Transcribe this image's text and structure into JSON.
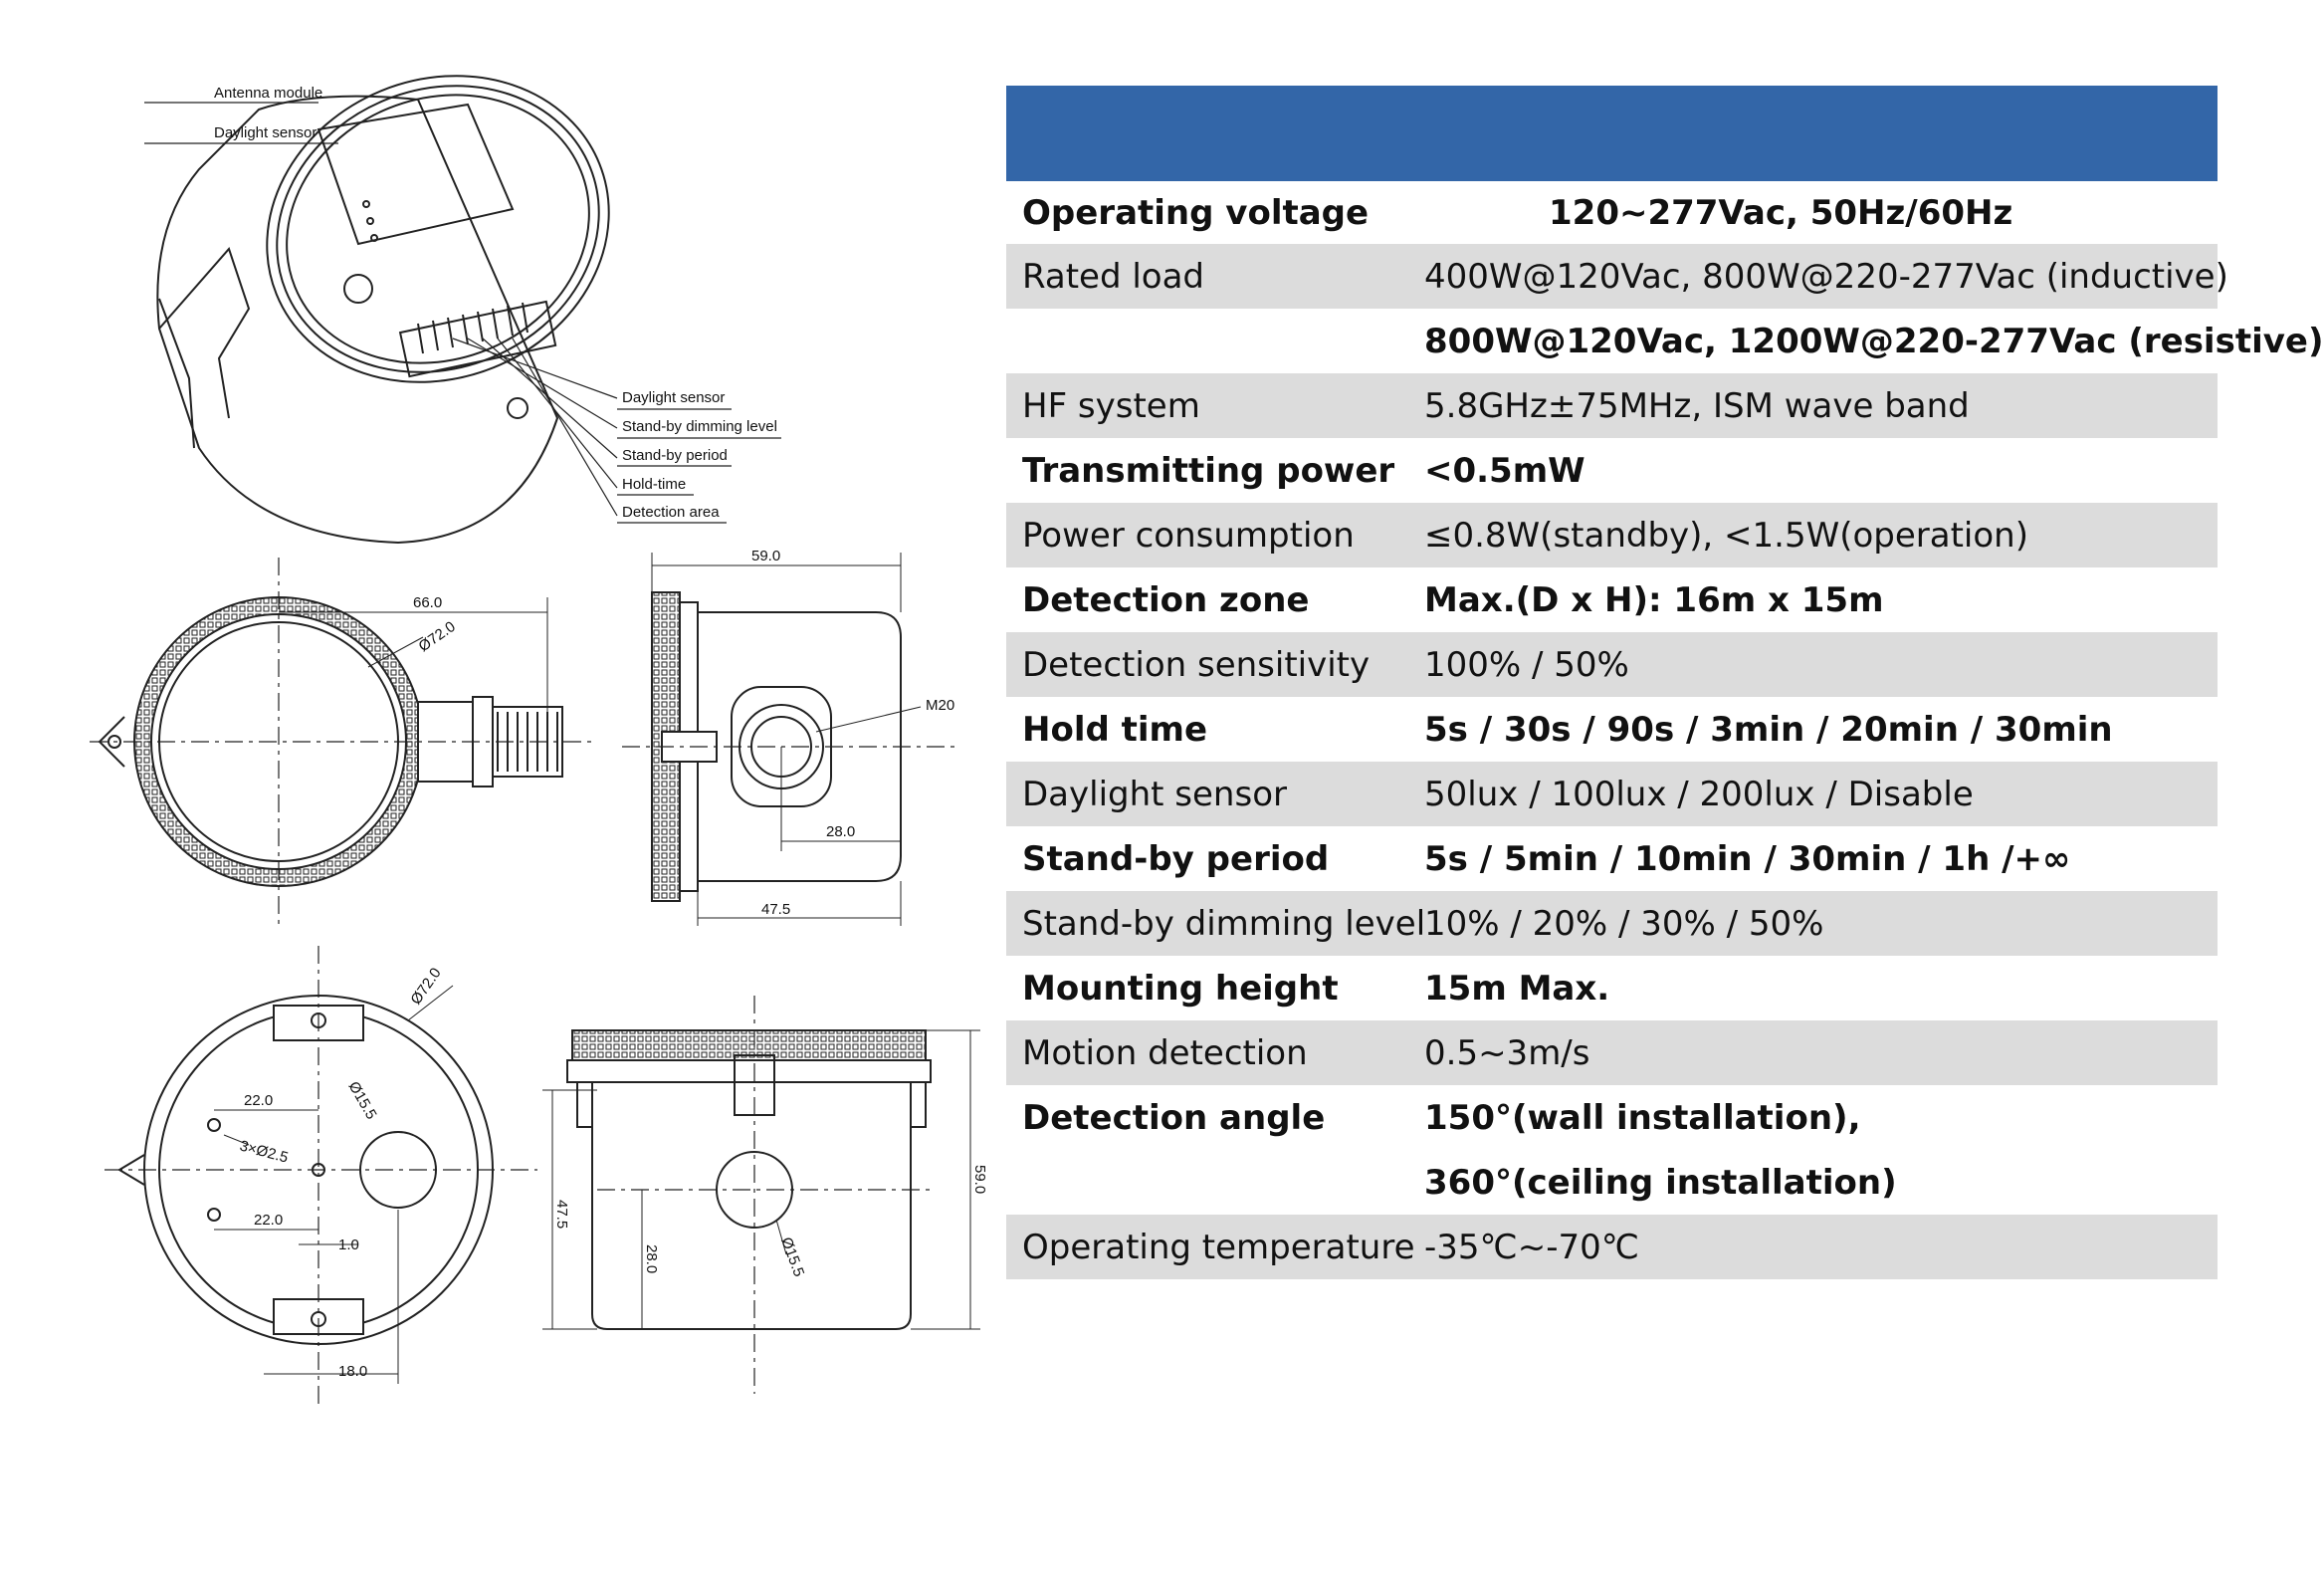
{
  "drawing_labels": {
    "antenna": "Antenna module",
    "daylight_top": "Daylight sensor",
    "daylight": "Daylight sensor",
    "standby_dim": "Stand-by dimming level",
    "standby_period": "Stand-by period",
    "hold_time": "Hold-time",
    "detection_area": "Detection area"
  },
  "dimensions": {
    "d66": "66.0",
    "d72a": "Ø72.0",
    "d59a": "59.0",
    "m20": "M20",
    "d28a": "28.0",
    "d47a": "47.5",
    "d72b": "Ø72.0",
    "d22a": "22.0",
    "holes": "3×Ø2.5",
    "d155a": "Ø15.5",
    "d22b": "22.0",
    "d10": "1.0",
    "d18": "18.0",
    "d47b": "47.5",
    "d59b": "59.0",
    "d28b": "28.0",
    "d155b": "Ø15.5"
  },
  "spec_table": {
    "header_color": "#3366a8",
    "rows": [
      {
        "key": "Operating voltage",
        "value": "120~277Vac, 50Hz/60Hz"
      },
      {
        "key": "Rated load",
        "value": "400W@120Vac, 800W@220-277Vac (inductive)"
      },
      {
        "key": "",
        "value": "800W@120Vac, 1200W@220-277Vac (resistive)"
      },
      {
        "key": "HF system",
        "value": "5.8GHz±75MHz, ISM wave band"
      },
      {
        "key": "Transmitting power",
        "value": "<0.5mW"
      },
      {
        "key": "Power consumption",
        "value": "≤0.8W(standby), <1.5W(operation)"
      },
      {
        "key": "Detection zone",
        "value": "Max.(D x H): 16m x 15m"
      },
      {
        "key": "Detection sensitivity",
        "value": "100% / 50%"
      },
      {
        "key": "Hold time",
        "value": "5s / 30s / 90s / 3min / 20min / 30min"
      },
      {
        "key": "Daylight sensor",
        "value": "50lux / 100lux / 200lux / Disable"
      },
      {
        "key": "Stand-by period",
        "value": "5s / 5min / 10min / 30min / 1h /+∞"
      },
      {
        "key": "Stand-by dimming level",
        "value": "10% / 20% / 30% / 50%"
      },
      {
        "key": "Mounting height",
        "value": "15m Max."
      },
      {
        "key": "Motion detection",
        "value": "0.5~3m/s"
      },
      {
        "key": "Detection angle",
        "value": "150°(wall installation),"
      },
      {
        "key": "",
        "value": "360°(ceiling installation)"
      },
      {
        "key": "Operating temperature",
        "value": "-35℃~-70℃"
      }
    ]
  }
}
